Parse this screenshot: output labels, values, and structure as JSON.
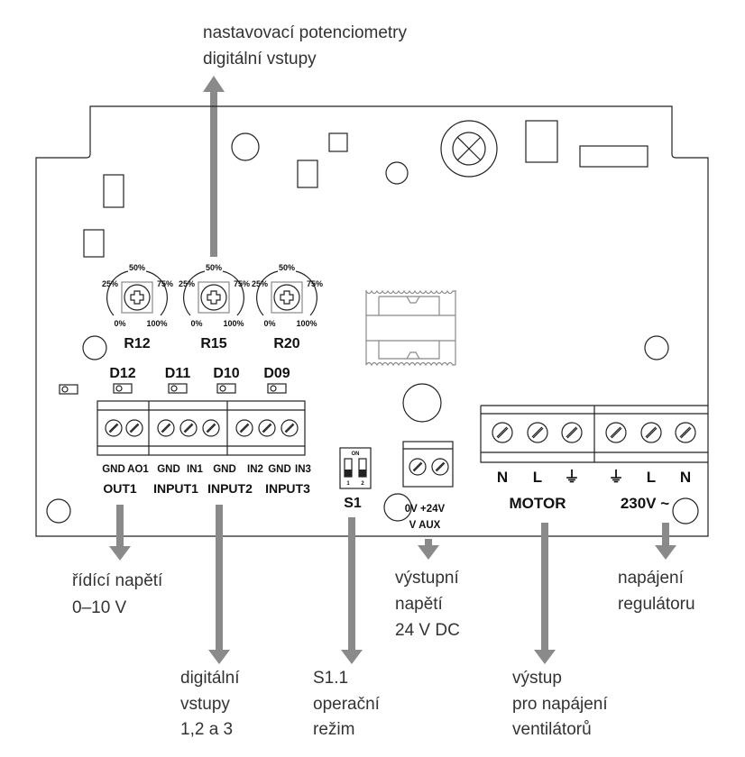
{
  "top_callout": [
    "nastavovací potenciometry",
    "digitální vstupy"
  ],
  "potentiometers": [
    {
      "name": "R12",
      "marks": [
        "50%",
        "25%",
        "75%",
        "0%",
        "100%"
      ]
    },
    {
      "name": "R15",
      "marks": [
        "50%",
        "25%",
        "75%",
        "0%",
        "100%"
      ]
    },
    {
      "name": "R20",
      "marks": [
        "50%",
        "25%",
        "75%",
        "0%",
        "100%"
      ]
    }
  ],
  "leds": [
    "D12",
    "D11",
    "D10",
    "D09"
  ],
  "io_terminals": [
    "GND",
    "AO1",
    "GND",
    "IN1",
    "GND",
    "IN2",
    "GND",
    "IN3"
  ],
  "io_groups": [
    "OUT1",
    "INPUT1",
    "INPUT2",
    "INPUT3"
  ],
  "dip_switch": {
    "label": "S1",
    "on": "ON",
    "positions": [
      "1",
      "2"
    ]
  },
  "aux": {
    "terminals": "0V +24V",
    "label": "V AUX"
  },
  "motor": {
    "terminals": [
      "N",
      "L",
      "⏚"
    ],
    "label": "MOTOR"
  },
  "supply": {
    "terminals": [
      "⏚",
      "L",
      "N"
    ],
    "label": "230V ~"
  },
  "callouts": {
    "control_voltage": [
      "řídící napětí",
      "0–10 V"
    ],
    "digital_inputs": [
      "digitální",
      "vstupy",
      "1,2 a 3"
    ],
    "s1": [
      "S1.1",
      "operační",
      "režim"
    ],
    "output_voltage": [
      "výstupní",
      "napětí",
      "24 V DC"
    ],
    "fan_output": [
      "výstup",
      "pro napájení",
      "ventilátorů"
    ],
    "supply": [
      "napájení",
      "regulátoru"
    ]
  },
  "colors": {
    "arrow": "#8a8a8a",
    "outline": "#222222",
    "text": "#333333"
  }
}
